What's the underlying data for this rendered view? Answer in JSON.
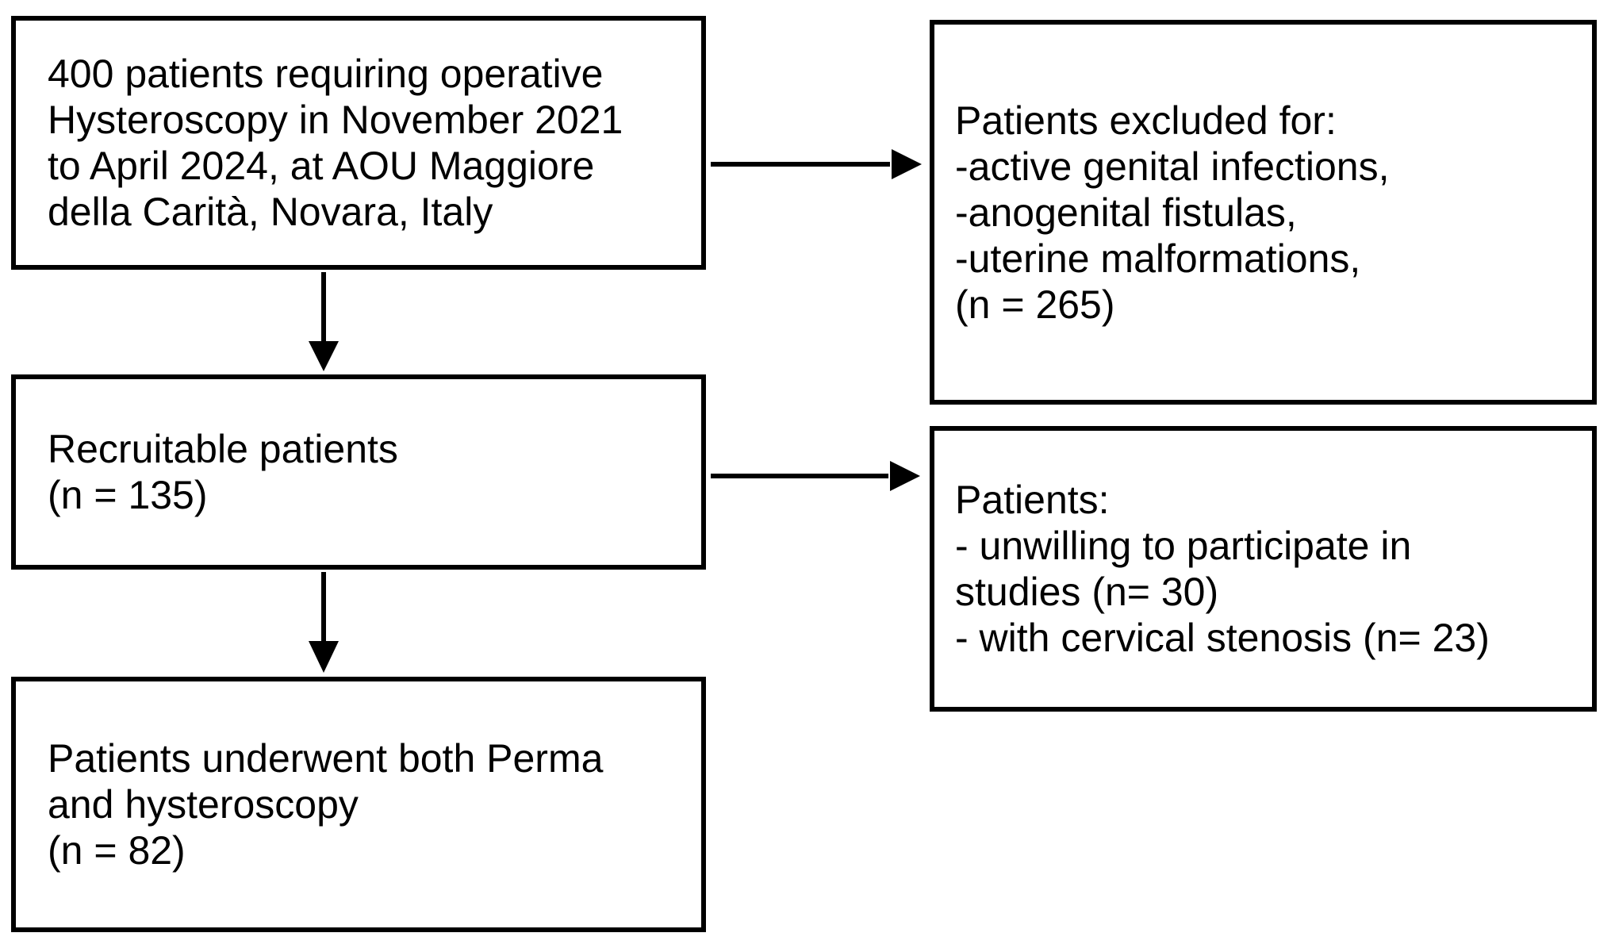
{
  "colors": {
    "background": "#ffffff",
    "border": "#000000",
    "text": "#000000",
    "arrow": "#000000"
  },
  "flowchart": {
    "boxes": {
      "source": {
        "lines": [
          "400 patients requiring operative",
          "Hysteroscopy in November 2021",
          "to April 2024, at AOU Maggiore",
          "della Carità, Novara, Italy"
        ]
      },
      "excluded": {
        "lines": [
          "Patients excluded for:",
          "-active genital infections,",
          "-anogenital fistulas,",
          "-uterine malformations,",
          "(n = 265)"
        ]
      },
      "recruitable": {
        "lines": [
          "Recruitable patients",
          "(n = 135)"
        ]
      },
      "declined": {
        "lines": [
          "Patients:",
          "- unwilling to participate in",
          "studies (n= 30)",
          "- with cervical stenosis (n= 23)"
        ]
      },
      "completed": {
        "lines": [
          "Patients underwent both Perma",
          "and hysteroscopy",
          "(n = 82)"
        ]
      }
    }
  }
}
